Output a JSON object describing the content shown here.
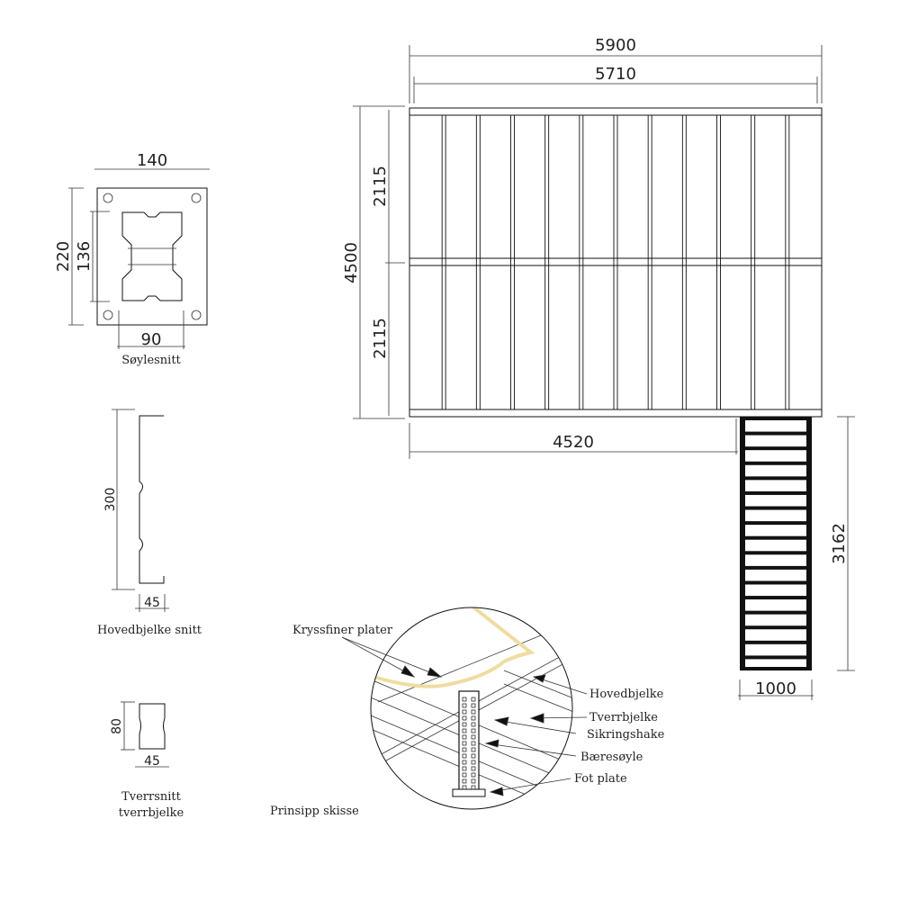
{
  "plan": {
    "dim_total_width": "5900",
    "dim_inner_width": "5710",
    "dim_total_depth": "4500",
    "dim_half_depth_top": "2115",
    "dim_half_depth_bottom": "2115",
    "dim_stair_offset": "4520",
    "dim_stair_length": "3162",
    "dim_stair_width": "1000",
    "joist_count": 11,
    "stair_rungs": 17
  },
  "column_section": {
    "dim_width": "140",
    "dim_height": "220",
    "dim_profile_height": "136",
    "dim_profile_width": "90",
    "caption": "Søylesnitt"
  },
  "main_beam_section": {
    "dim_height": "300",
    "dim_width": "45",
    "caption": "Hovedbjelke snitt"
  },
  "cross_beam_section": {
    "dim_height": "80",
    "dim_width": "45",
    "caption_line1": "Tverrsnitt",
    "caption_line2": "tverrbjelke"
  },
  "sketch": {
    "caption": "Prinsipp skisse",
    "labels": {
      "plywood": "Kryssfiner plater",
      "main_beam": "Hovedbjelke",
      "cross_beam": "Tverrbjelke",
      "safety_hook": "Sikringshake",
      "column": "Bæresøyle",
      "foot_plate": "Fot plate"
    },
    "plywood_color": "#f0dca0"
  }
}
